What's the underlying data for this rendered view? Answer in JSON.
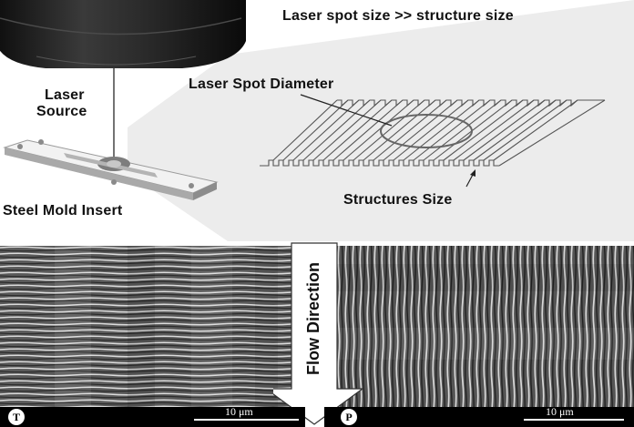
{
  "labels": {
    "laser_line1": "Laser",
    "laser_line2": "Source",
    "insert": "Steel Mold Insert",
    "spot_vs_structure": "Laser spot size >> structure size",
    "spot_diameter": "Laser Spot Diameter",
    "structures_size": "Structures Size",
    "flow_direction": "Flow Direction"
  },
  "sem_left": {
    "badge": "T",
    "scale": "10 μm"
  },
  "sem_right": {
    "badge": "P",
    "scale": "10 μm"
  },
  "colors": {
    "laser_head": "#1c1c1c",
    "insert_plate": "#d6d6d6",
    "background_gray": "#eeeeee",
    "sem_base": "#6b6b6b"
  }
}
